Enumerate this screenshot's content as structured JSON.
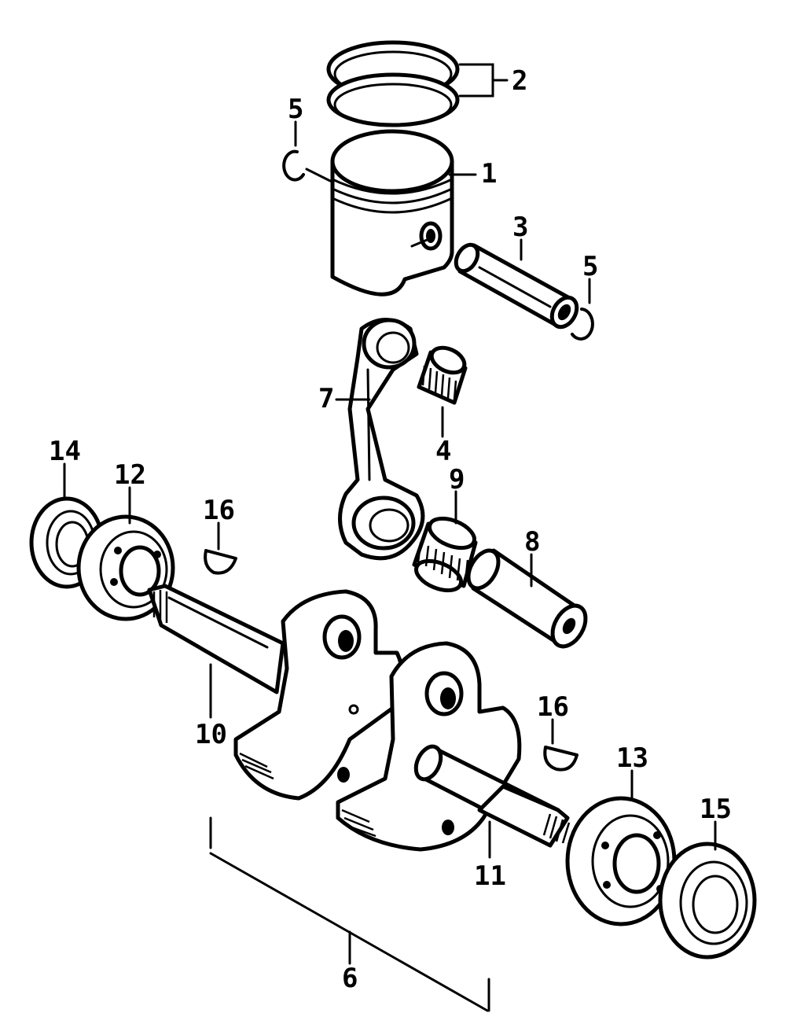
{
  "diagram": {
    "colors": {
      "line": "#000000",
      "background": "#ffffff"
    },
    "callouts": {
      "c1": "1",
      "c2": "2",
      "c3": "3",
      "c4": "4",
      "c5a": "5",
      "c5b": "5",
      "c6": "6",
      "c7": "7",
      "c8": "8",
      "c9": "9",
      "c10": "10",
      "c11": "11",
      "c12": "12",
      "c13": "13",
      "c14": "14",
      "c15": "15",
      "c16a": "16",
      "c16b": "16"
    }
  }
}
